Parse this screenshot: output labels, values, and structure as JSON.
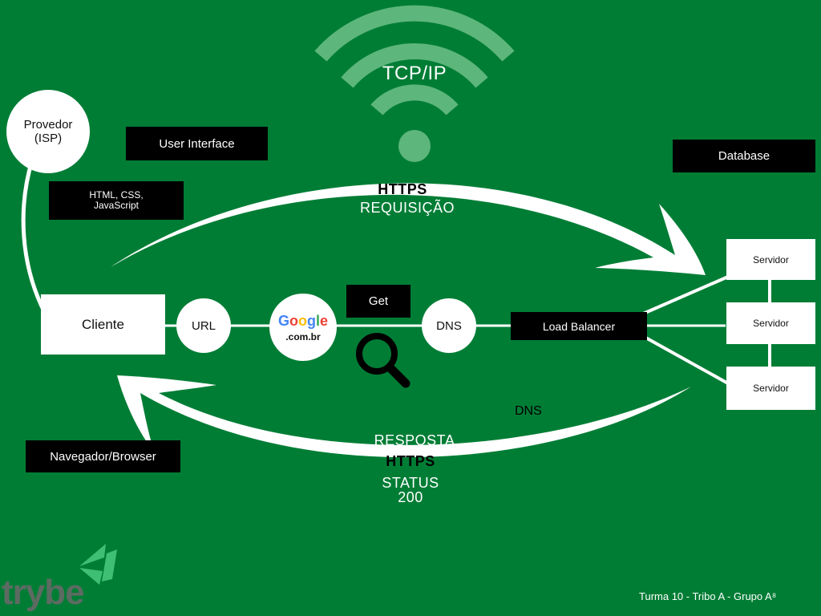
{
  "title": "TCP/IP",
  "nodes": {
    "provedor": "Provedor (ISP)",
    "user_interface": "User Interface",
    "html_css_js": "HTML, CSS, JavaScript",
    "database": "Database",
    "cliente": "Cliente",
    "url": "URL",
    "google_domain": ".com.br",
    "get": "Get",
    "dns_circle": "DNS",
    "load_balancer": "Load Balancer",
    "servidores": [
      "Servidor",
      "Servidor",
      "Servidor"
    ],
    "navegador": "Navegador/Browser"
  },
  "flows": {
    "request_protocol": "HTTPS",
    "request_label": "REQUISIÇÃO",
    "response_label": "RESPOSTA",
    "response_protocol": "HTTPS",
    "status_label": "STATUS",
    "status_code": "200",
    "dns_label": "DNS"
  },
  "footer": {
    "logo": "trybe",
    "credit": "Turma 10 - Tribo A - Grupo A⁸"
  },
  "colors": {
    "background": "#007d35",
    "box": "#000000",
    "node": "#ffffff",
    "wifi": "#5db67c",
    "logo_mark": "#3fbf74",
    "logo_text": "#5c6b62"
  },
  "icons": [
    "wifi-icon",
    "search-icon",
    "google-logo",
    "trybe-logo-mark"
  ]
}
